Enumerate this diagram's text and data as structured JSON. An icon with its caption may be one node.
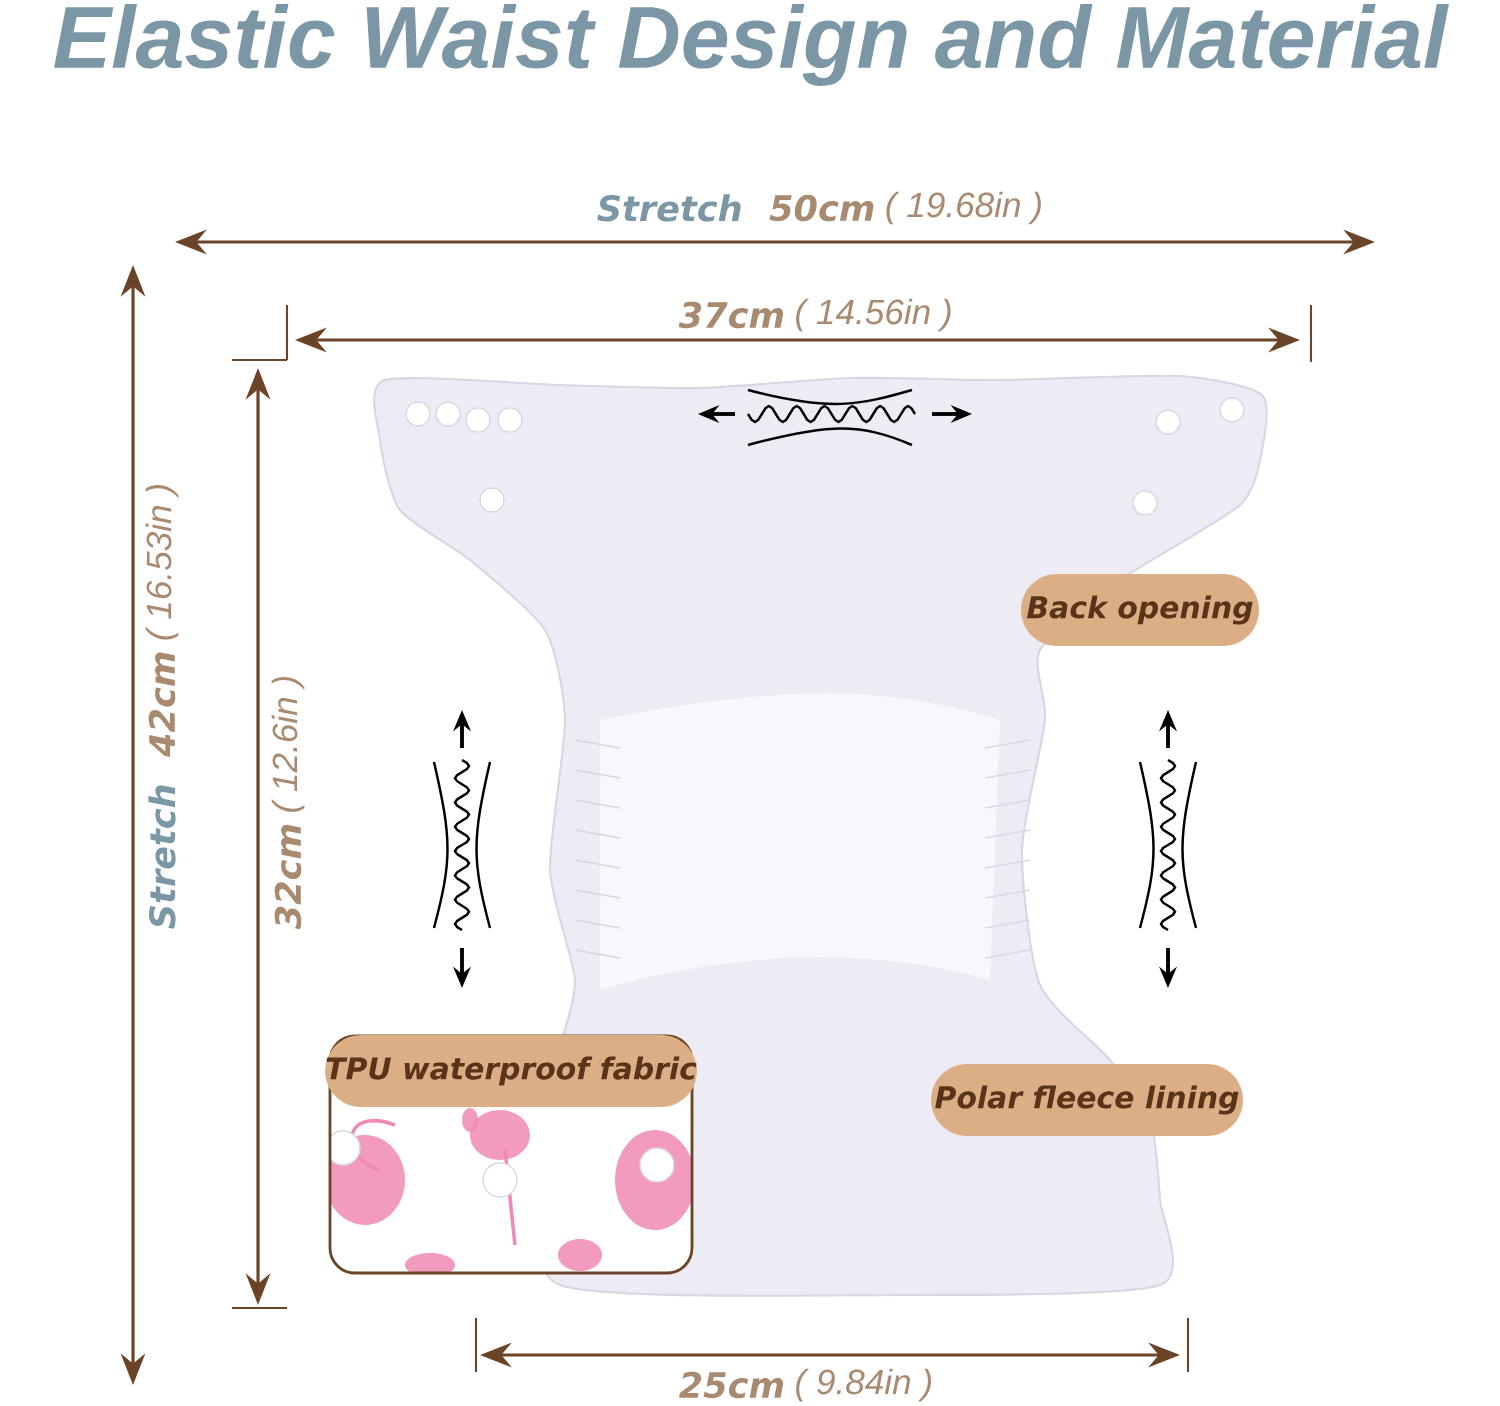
{
  "diagram": {
    "title": "Elastic Waist Design and Material",
    "nodes": [
      {
        "text": [
          "Back opening"
        ]
      },
      {
        "text": [
          "TPU waterproof fabric"
        ]
      },
      {
        "text": [
          "Polar fleece lining"
        ]
      }
    ],
    "labels": [
      "Stretch",
      "50cm",
      "( 19.68in )",
      "37cm",
      "( 14.56in )",
      "Stretch",
      "42cm",
      "( 16.53in )",
      "32cm",
      "( 12.6in )",
      "25cm",
      "( 9.84in )"
    ]
  }
}
